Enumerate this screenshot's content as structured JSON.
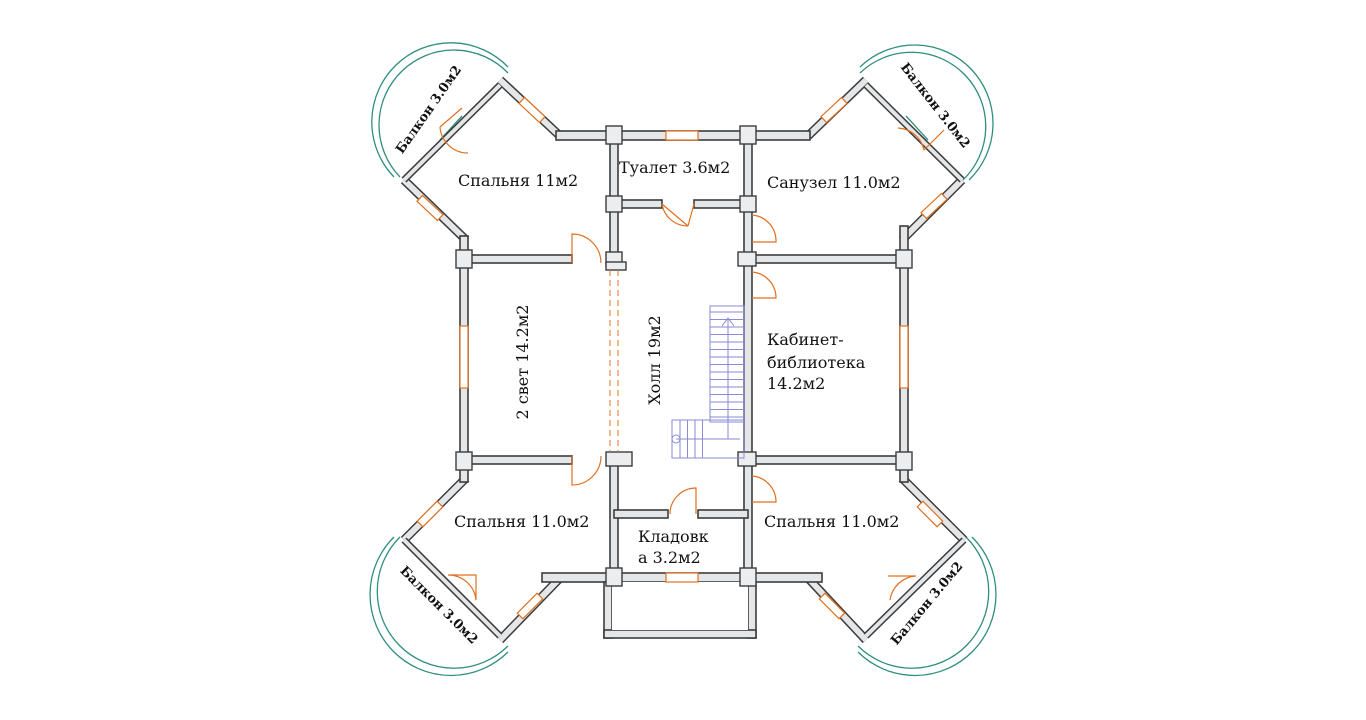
{
  "rooms": {
    "bedroom_nw": "Спальня 11м2",
    "toilet": "Туалет 3.6м2",
    "bathroom": "Санузел 11.0м2",
    "second_light": "2 свет 14.2м2",
    "hall": "Холл 19м2",
    "study_line1": "Кабинет-",
    "study_line2": "библиотека",
    "study_line3": "14.2м2",
    "bedroom_sw": "Спальня 11.0м2",
    "pantry_line1": "Кладовк",
    "pantry_line2": "а 3.2м2",
    "bedroom_se": "Спальня 11.0м2"
  },
  "balconies": {
    "nw": "Балкон 3.0м2",
    "ne": "Балкон 3.0м2",
    "sw": "Балкон 3.0м2",
    "se": "Балкон 3.0м2"
  },
  "colors": {
    "wall": "#e4e6e8",
    "outline": "#3c3c3c",
    "window_door": "#e07020",
    "balcony": "#2f8f7f",
    "stairs": "#8a8ad6"
  }
}
